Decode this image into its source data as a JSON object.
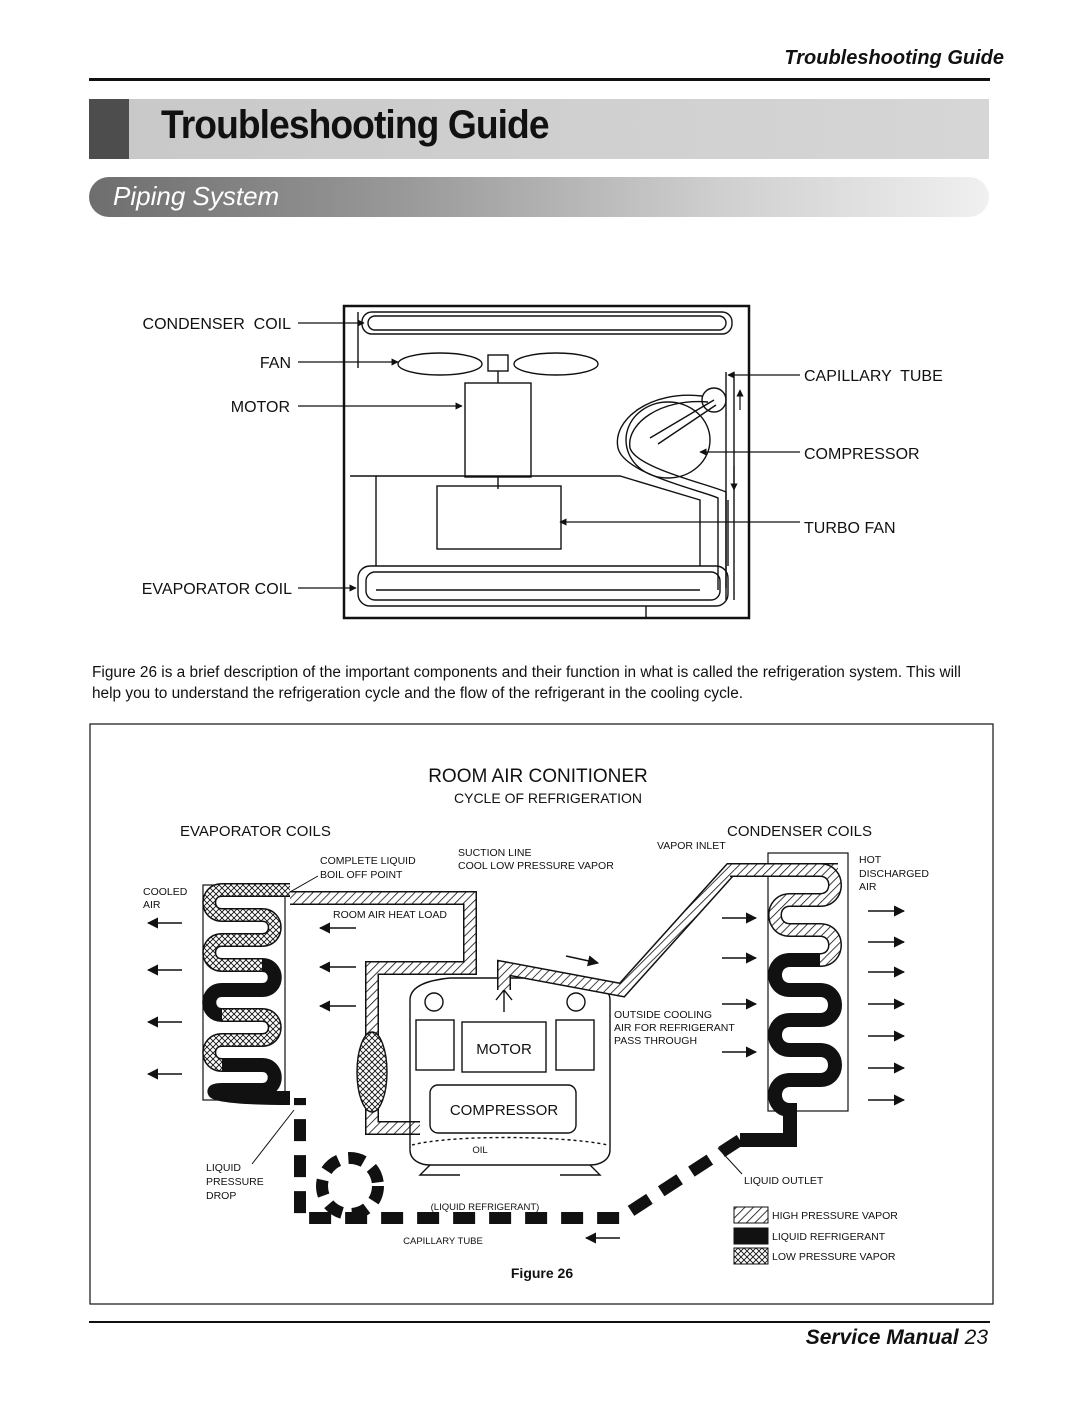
{
  "header": {
    "running_title": "Troubleshooting Guide"
  },
  "banner": {
    "title": "Troubleshooting Guide"
  },
  "section": {
    "title": "Piping System"
  },
  "fig1": {
    "labels": {
      "condenser_coil": "CONDENSER  COIL",
      "fan": "FAN",
      "motor": "MOTOR",
      "evaporator_coil": "EVAPORATOR COIL",
      "capillary_tube": "CAPILLARY  TUBE",
      "compressor": "COMPRESSOR",
      "turbo_fan": "TURBO FAN"
    }
  },
  "body": {
    "paragraph": "Figure 26 is a brief description of the important components and their function in what is called the refrigeration system. This will help you to understand the refrigeration cycle and the flow of the refrigerant in the cooling cycle."
  },
  "fig2": {
    "title": "ROOM AIR CONITIONER",
    "subtitle": "CYCLE OF REFRIGERATION",
    "evaporator_coils": "EVAPORATOR COILS",
    "condenser_coils": "CONDENSER COILS",
    "complete_liquid": "COMPLETE LIQUID",
    "boil_off_point": "BOIL OFF POINT",
    "suction_line": "SUCTION LINE",
    "cool_low_pressure_vapor": "COOL LOW PRESSURE VAPOR",
    "vapor_inlet": "VAPOR INLET",
    "hot": "HOT",
    "discharged": "DISCHARGED",
    "air": "AIR",
    "cooled": "COOLED",
    "cooled_air": "AIR",
    "room_air_heat_load": "ROOM AIR HEAT LOAD",
    "outside_cooling": "OUTSIDE COOLING",
    "air_for_refrigerant": "AIR FOR REFRIGERANT",
    "pass_through": "PASS THROUGH",
    "motor": "MOTOR",
    "compressor": "COMPRESSOR",
    "oil": "OIL",
    "liquid": "LIQUID",
    "pressure": "PRESSURE",
    "drop": "DROP",
    "liquid_refrigerant_paren": "(LIQUID REFRIGERANT)",
    "capillary_tube": "CAPILLARY TUBE",
    "liquid_outlet": "LIQUID OUTLET",
    "legend": {
      "high_pressure_vapor": "HIGH PRESSURE VAPOR",
      "liquid_refrigerant": "LIQUID REFRIGERANT",
      "low_pressure_vapor": "LOW PRESSURE VAPOR"
    },
    "caption": "Figure 26"
  },
  "footer": {
    "manual": "Service Manual",
    "page": "23"
  }
}
